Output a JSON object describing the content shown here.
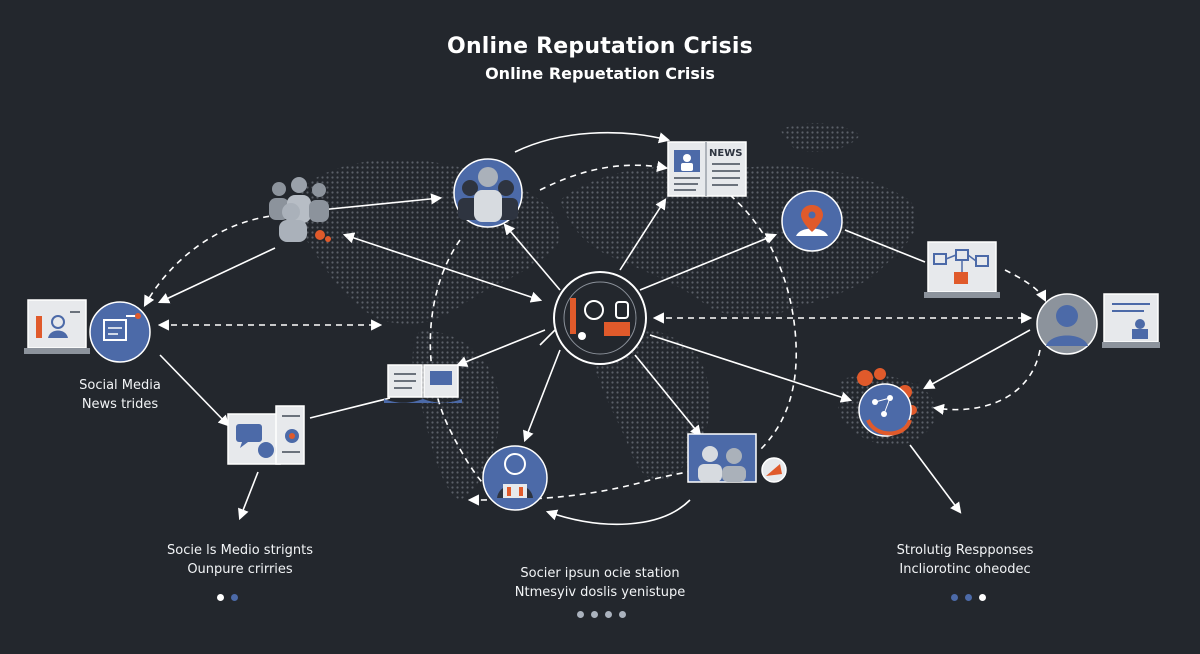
{
  "header": {
    "title": "Online Reputation Crisis",
    "subtitle": "Online Repuetation Crisis"
  },
  "news_label": "NEWS",
  "captions": {
    "left": {
      "line1": "Social Media",
      "line2": "News trides"
    },
    "bottom_left": {
      "line1": "Socie ls Medio strignts",
      "line2": "Ounpure crirries"
    },
    "bottom_center": {
      "line1": "Socier ipsun ocie station",
      "line2": "Ntmesyiv doslis yenistupe"
    },
    "bottom_right": {
      "line1": "Strolutig Respponses",
      "line2": "Incliorotinc oheodec"
    }
  },
  "pagers": {
    "bottom_left": [
      "white",
      "blue"
    ],
    "bottom_center": [
      "grey",
      "grey",
      "grey",
      "grey"
    ],
    "bottom_right": [
      "blue",
      "blue",
      "white"
    ]
  },
  "colors": {
    "background": "#23272d",
    "accent_blue": "#4c6aa8",
    "accent_orange": "#e05a2b",
    "line": "#ffffff",
    "map_dots": "#5b6068"
  },
  "icons": [
    "people-group-icon",
    "team-circle-icon",
    "newspaper-icon",
    "alert-pin-icon",
    "flowchart-monitor-icon",
    "person-avatar-icon",
    "monitor-presenter-icon",
    "analytics-circle-icon",
    "document-screen-icon",
    "open-book-icon",
    "hub-globe-icon",
    "crowd-circle-icon",
    "video-conference-icon",
    "bubble-network-icon",
    "chat-monitor-icon"
  ]
}
